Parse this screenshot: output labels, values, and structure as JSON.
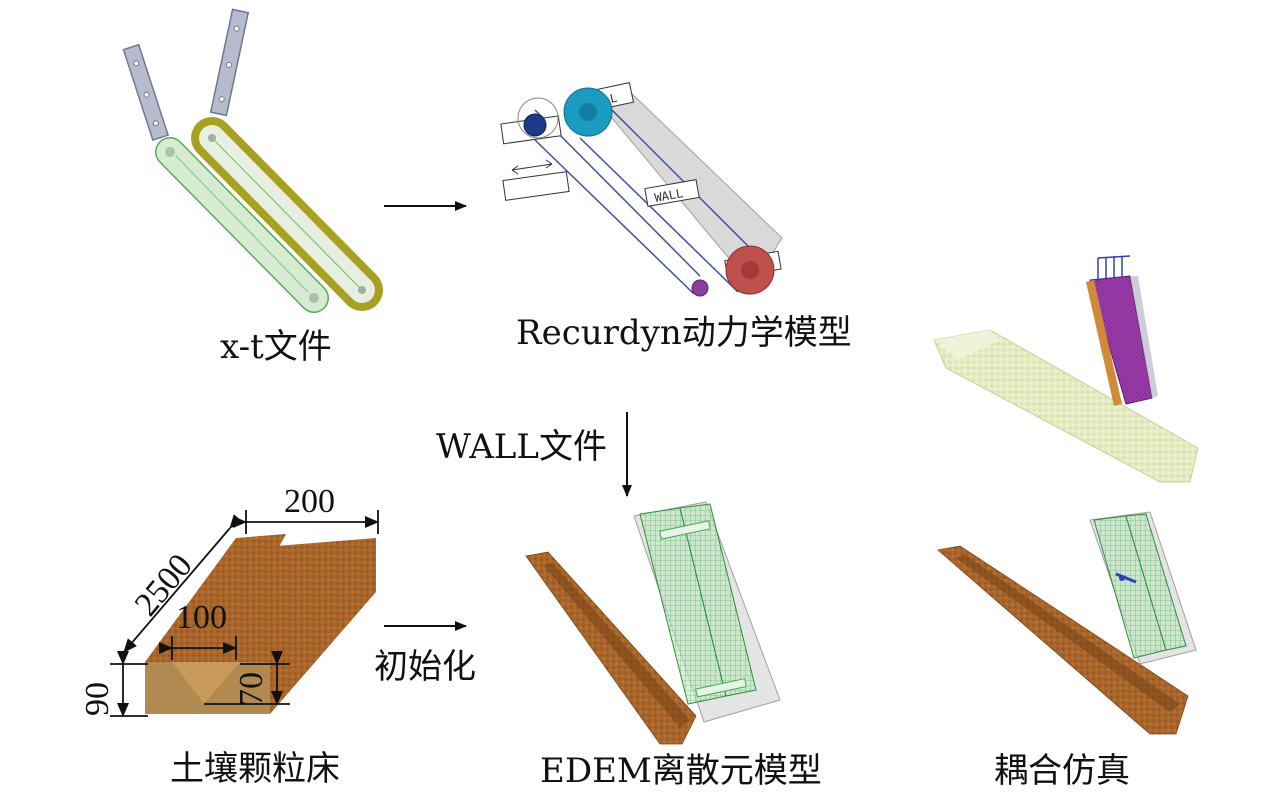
{
  "captions": {
    "xt_file": "x-t文件",
    "recurdyn_model": "Recurdyn动力学模型",
    "wall_file": "WALL文件",
    "init": "初始化",
    "soil_bed": "土壤颗粒床",
    "edem_model": "EDEM离散元模型",
    "coupled_sim": "耦合仿真"
  },
  "dimensions": {
    "length": "2500",
    "top_width": "200",
    "bottom_width": "100",
    "depth_outer": "90",
    "depth_inner": "70"
  },
  "model_labels": {
    "wall_tag": "WALL"
  },
  "colors": {
    "soil": "#a8662c",
    "soil_dark": "#7a4418",
    "soil_bed_fill": "#b07a3c",
    "edem_green": "#5fbf6a",
    "belt_olive": "#a8a020",
    "belt_green": "#cfe8c8",
    "roller_cyan": "#1a9bc0",
    "roller_red": "#c0504d",
    "roller_purple": "#8a3f9a",
    "wall_gray": "#c8c8c8",
    "belt_blue": "#4050a0",
    "coupled_purple": "#9a3aaa",
    "coupled_bed": "#e6ecc4"
  }
}
